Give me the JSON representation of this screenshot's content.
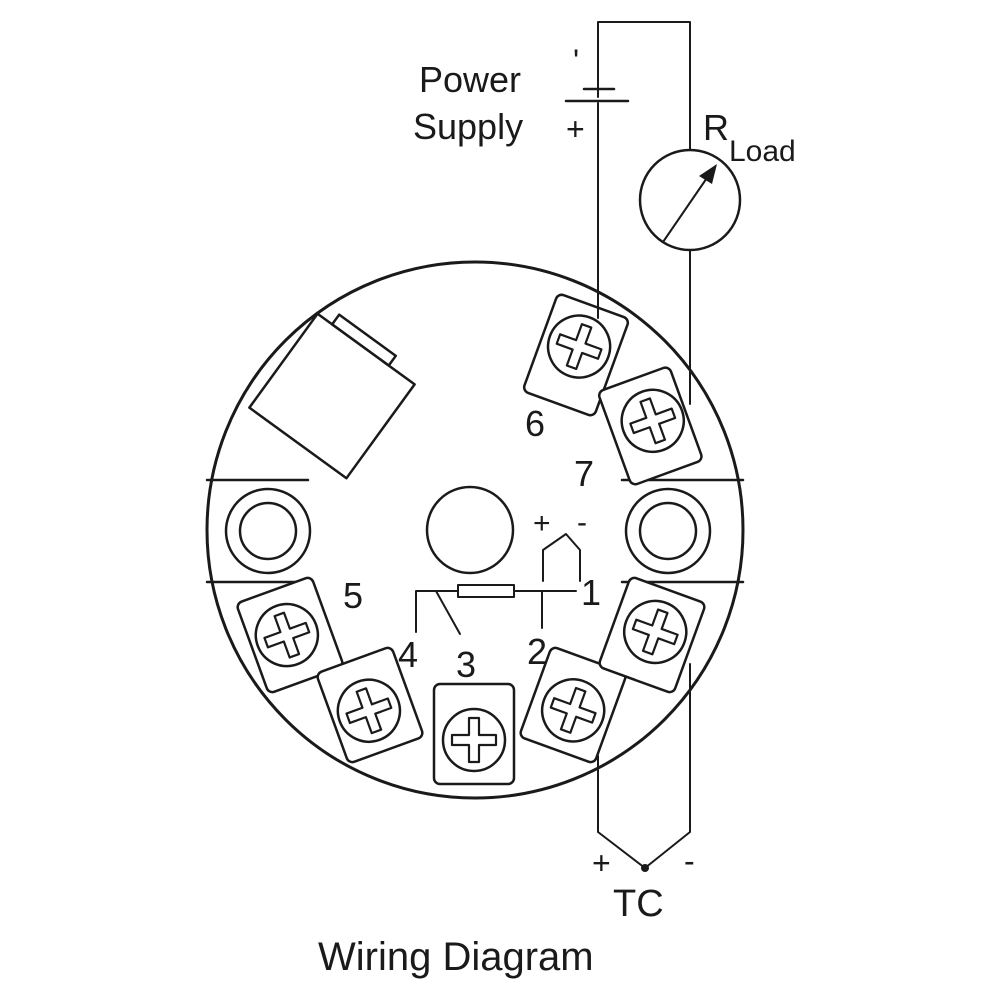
{
  "labels": {
    "power": "Power",
    "supply": "Supply",
    "ps_neg": "'",
    "ps_pos": "+",
    "r": "R",
    "load": "Load",
    "t6": "6",
    "t7": "7",
    "t5": "5",
    "t4": "4",
    "t3": "3",
    "t2": "2",
    "t1": "1",
    "plus": "+",
    "minus": "-",
    "tc_plus": "+",
    "tc_minus": "-",
    "tc": "TC",
    "caption": "Wiring Diagram"
  },
  "colors": {
    "line": "#1a1a1a",
    "background": "#ffffff"
  }
}
